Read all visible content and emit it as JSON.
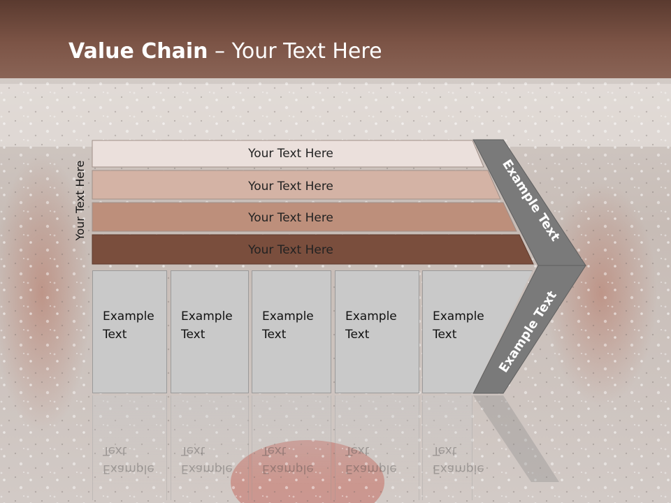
{
  "slide": {
    "title_bold": "Value Chain",
    "title_rest": " – Your Text Here",
    "vertical_label": "Your Text Here"
  },
  "bars": [
    {
      "label": "Your Text Here",
      "color": "#ebe0dc"
    },
    {
      "label": "Your Text Here",
      "color": "#d4b3a5"
    },
    {
      "label": "Your Text Here",
      "color": "#bd8f7b"
    },
    {
      "label": "Your Text Here",
      "color": "#7a4e3d"
    }
  ],
  "cells": [
    {
      "label": "Example\nText"
    },
    {
      "label": "Example\nText"
    },
    {
      "label": "Example\nText"
    },
    {
      "label": "Example\nText"
    },
    {
      "label": "Example\nText"
    }
  ],
  "arrow": {
    "top_label": "Example Text",
    "bottom_label": "Example Text",
    "color": "#7a7a7a"
  },
  "colors": {
    "title_bar": "#6b473a",
    "cell_fill": "#c9c9c9"
  }
}
